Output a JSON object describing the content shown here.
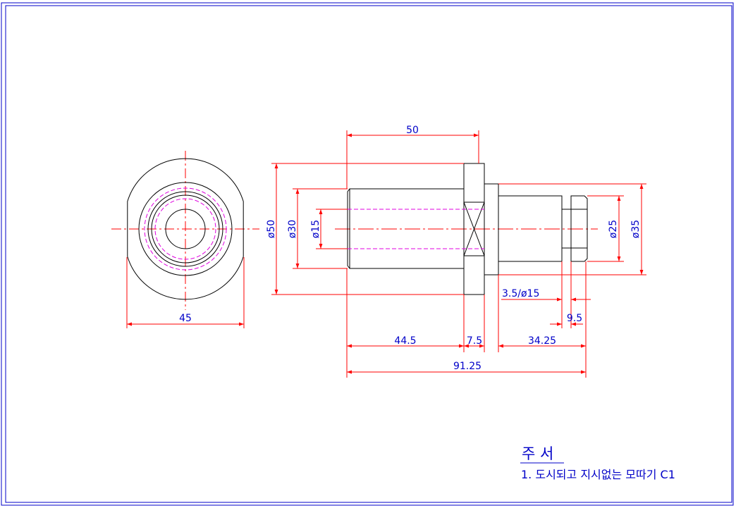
{
  "colors": {
    "outline": "#000000",
    "dimension": "#ff0000",
    "hidden_line": "#e000e0",
    "text": "#0000c8",
    "border": "#0000c8"
  },
  "dimensions": {
    "side_width": "45",
    "overall_top": "50",
    "dia_50": "ø50",
    "dia_30": "ø30",
    "dia_15": "ø15",
    "dia_25": "ø25",
    "dia_35": "ø35",
    "groove": "3.5/ø15",
    "groove_width": "9.5",
    "seg_1": "44.5",
    "seg_2": "7.5",
    "seg_3": "34.25",
    "overall_bottom": "91.25"
  },
  "notes": {
    "title": "주 서",
    "line1": "1. 도시되고 지시없는 모따기 C1"
  }
}
